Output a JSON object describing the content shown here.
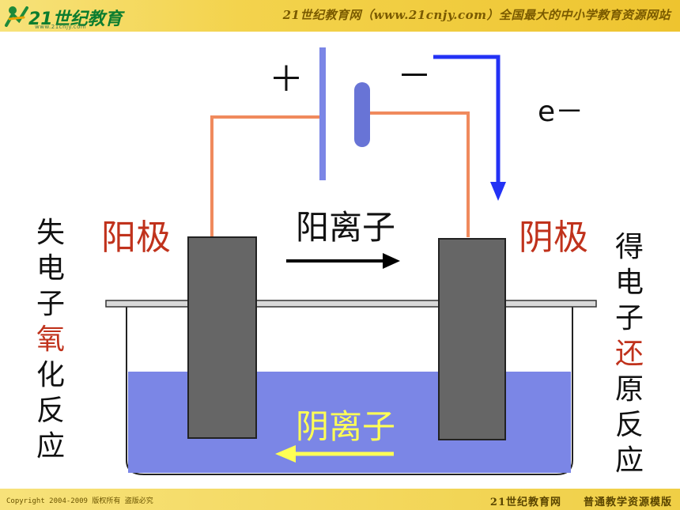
{
  "header": {
    "logo_text": "21世纪教育",
    "logo_sub": "www.21cnjy.com",
    "title": "21世纪教育网（www.21cnjy.com）全国最大的中小学教育资源网站"
  },
  "diagram": {
    "anode_label": "阳极",
    "cathode_label": "阴极",
    "cation_label": "阳离子",
    "anion_label": "阴离子",
    "plus_sign": "＋",
    "minus_sign": "－",
    "electron_label": "e－",
    "left_text": [
      "失",
      "电",
      "子",
      "氧",
      "化",
      "反",
      "应"
    ],
    "right_text": [
      "得",
      "电",
      "子",
      "还",
      "原",
      "反",
      "应"
    ],
    "colors": {
      "electrode": "#666666",
      "wire": "#f08a5d",
      "electron_arrow": "#2332f5",
      "solution": "#7b86e6",
      "anion_arrow": "#ffff55",
      "label_red": "#c0321c"
    }
  },
  "footer": {
    "copyright": "Copyright 2004-2009 版权所有 盗版必究",
    "right_text": "21世纪教育网　　普通教学资源模版"
  }
}
